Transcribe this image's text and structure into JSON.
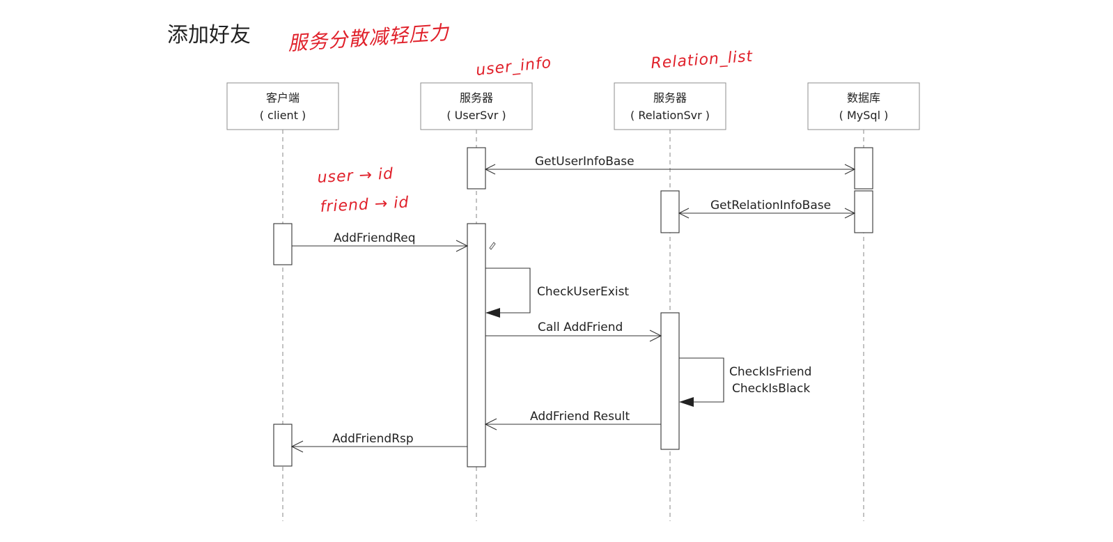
{
  "title": "添加好友",
  "annotations": {
    "top_note": "服务分散减轻压力",
    "user_info": "user_info",
    "relation_list": "Relation_list",
    "user_id": "user → id",
    "friend_id": "friend → id"
  },
  "participants": [
    {
      "name": "客户端",
      "sub": "( client )"
    },
    {
      "name": "服务器",
      "sub": "( UserSvr )"
    },
    {
      "name": "服务器",
      "sub": "( RelationSvr )"
    },
    {
      "name": "数据库",
      "sub": "( MySql )"
    }
  ],
  "messages": {
    "get_user_info_base": "GetUserInfoBase",
    "get_relation_info_base": "GetRelationInfoBase",
    "add_friend_req": "AddFriendReq",
    "check_user_exist": "CheckUserExist",
    "call_add_friend": "Call AddFriend",
    "check_is_friend": "CheckIsFriend",
    "check_is_black": "CheckIsBlack",
    "add_friend_result": "AddFriend Result",
    "add_friend_rsp": "AddFriendRsp"
  },
  "colors": {
    "annotation": "#e0202a",
    "line": "#333333",
    "box_border": "#8c8c8c"
  }
}
